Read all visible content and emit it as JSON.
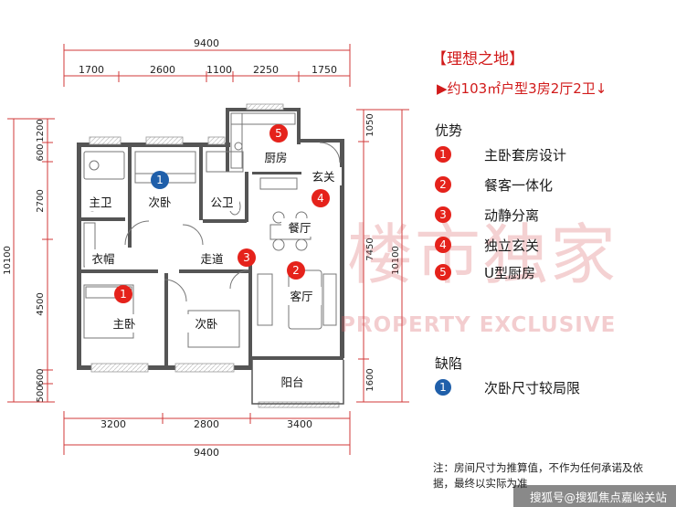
{
  "header": {
    "title": "【理想之地】",
    "subtitle": "▶约103㎡户型3房2厅2卫↓"
  },
  "advantages": {
    "heading": "优势",
    "items": [
      {
        "num": "1",
        "label": "主卧套房设计"
      },
      {
        "num": "2",
        "label": "餐客一体化"
      },
      {
        "num": "3",
        "label": "动静分离"
      },
      {
        "num": "4",
        "label": "独立玄关"
      },
      {
        "num": "5",
        "label": "U型厨房"
      }
    ]
  },
  "defects": {
    "heading": "缺陷",
    "items": [
      {
        "num": "1",
        "label": "次卧尺寸较局限"
      }
    ]
  },
  "note": "注：房间尺寸为推算值，不作为任何承诺及依据，最终以实际为准",
  "watermark": "搜狐号@搜狐焦点嘉峪关站",
  "brand": {
    "cn": "楼市独家",
    "en": "PROPERTY EXCLUSIVE"
  },
  "colors": {
    "accent_red": "#e5221b",
    "defect_blue": "#1f5faa",
    "dim_red": "#d23a3a"
  },
  "floorplan": {
    "dims": {
      "top_total": "9400",
      "top_segments": [
        "1700",
        "2600",
        "1100",
        "2250",
        "1750"
      ],
      "bottom_segments": [
        "3200",
        "2800",
        "3400"
      ],
      "bottom_total": "9400",
      "left_segments": [
        "1200",
        "600",
        "2700",
        "4500",
        "600",
        "500"
      ],
      "left_total": "10100",
      "right_segments": [
        "1050",
        "7450",
        "1600"
      ],
      "right_total": "10100"
    },
    "rooms": {
      "master_bath": "主卫",
      "second_bed_top": "次卧",
      "public_bath": "公卫",
      "kitchen": "厨房",
      "foyer": "玄关",
      "dining": "餐厅",
      "closet": "衣帽",
      "corridor": "走道",
      "living": "客厅",
      "master_bed": "主卧",
      "second_bed": "次卧",
      "balcony": "阳台"
    },
    "markers": {
      "kitchen": "5",
      "second_bed_top": "1",
      "foyer": "4",
      "corridor": "3",
      "living": "2",
      "master_bed": "1"
    }
  }
}
